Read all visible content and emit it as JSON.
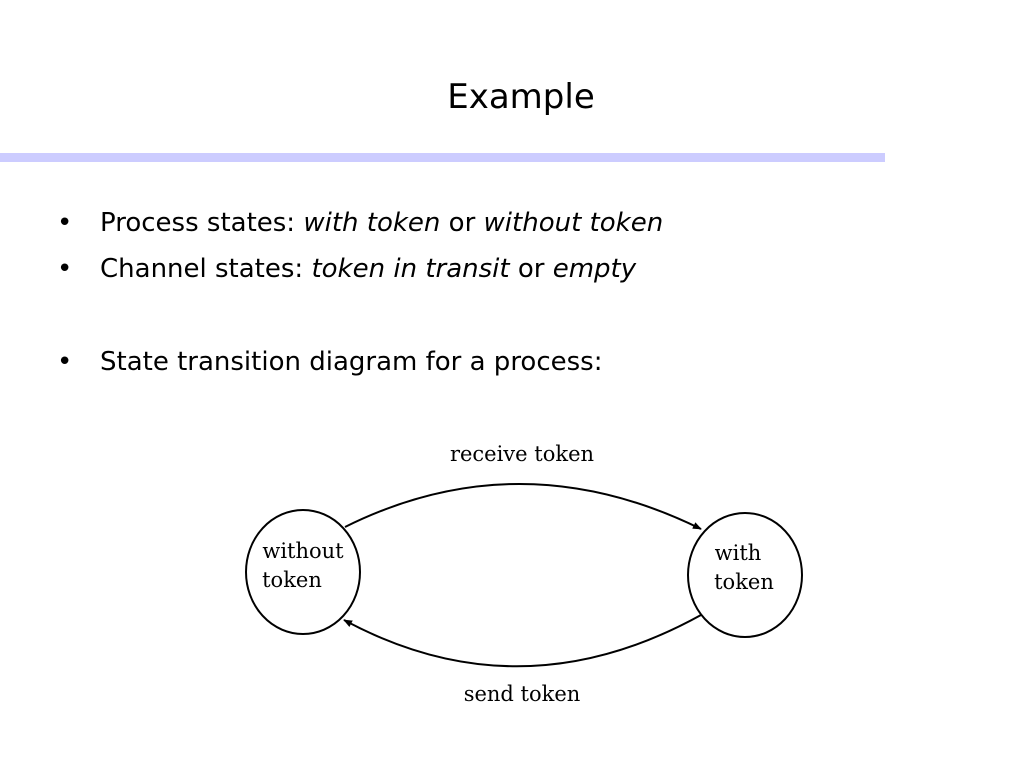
{
  "slide": {
    "title": "Example"
  },
  "bullets": [
    {
      "prefix": "Process states: ",
      "italic_1": "with token",
      "middle": " or ",
      "italic_2": "without token"
    },
    {
      "prefix": "Channel states: ",
      "italic_1": "token in transit",
      "middle": " or ",
      "italic_2": "empty"
    },
    {
      "text": "State transition diagram for a process:"
    }
  ],
  "diagram": {
    "states": [
      {
        "label_line1": "without",
        "label_line2": "token"
      },
      {
        "label_line1": "with",
        "label_line2": "token"
      }
    ],
    "transitions": [
      {
        "label": "receive token"
      },
      {
        "label": "send token"
      }
    ]
  },
  "colors": {
    "title_rule": "#ccccff",
    "text": "#000000"
  }
}
